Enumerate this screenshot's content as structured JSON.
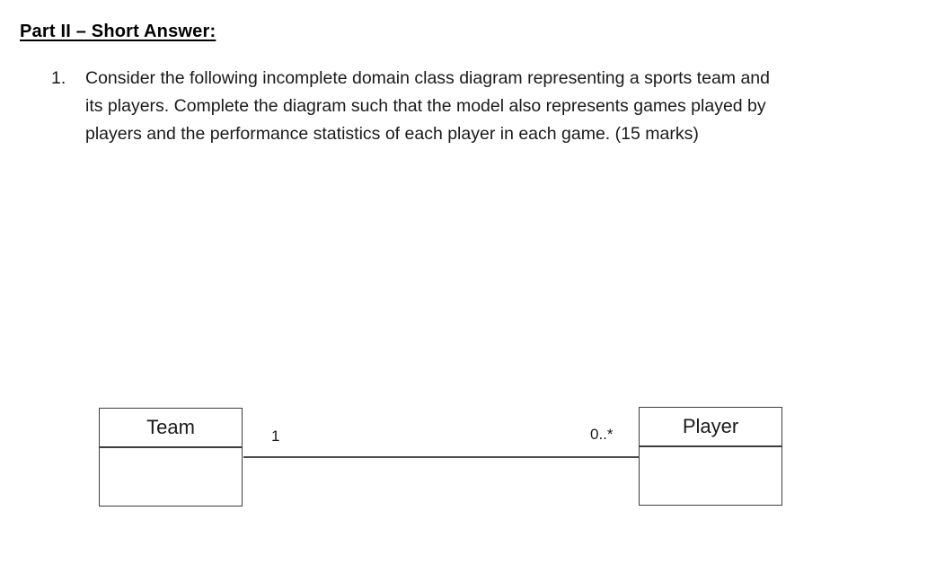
{
  "page": {
    "heading": "Part II – Short Answer:"
  },
  "question": {
    "number": "1.",
    "lines": [
      "Consider the following incomplete domain class diagram representing a sports team and",
      "its players. Complete the diagram such that the model also represents games played by",
      "players and the performance statistics of each player in each game. (15 marks)"
    ],
    "marks": "15 marks"
  },
  "diagram": {
    "type": "uml-class-diagram",
    "classes": [
      {
        "name": "Team",
        "attributes": []
      },
      {
        "name": "Player",
        "attributes": []
      }
    ],
    "association": {
      "from": "Team",
      "to": "Player",
      "multiplicity_from": "1",
      "multiplicity_to": "0..*"
    },
    "colors": {
      "box_border": "#3d3d3d",
      "line": "#4a4a4a",
      "text": "#1a1a1a",
      "background": "#ffffff"
    }
  }
}
